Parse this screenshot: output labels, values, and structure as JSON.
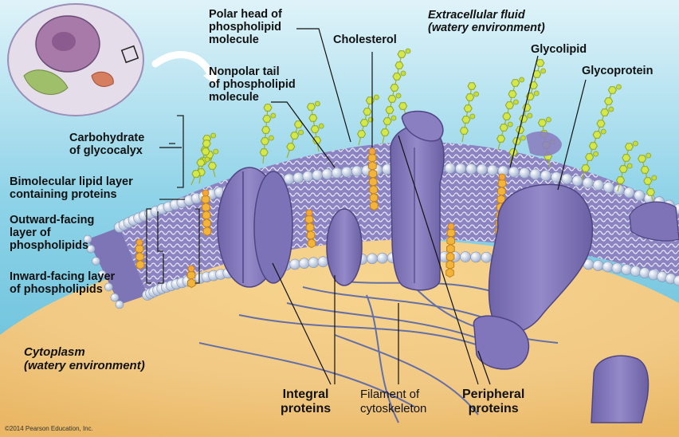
{
  "labels": {
    "polar_head": "Polar head of\nphospholipid\nmolecule",
    "nonpolar_tail": "Nonpolar tail\nof phospholipid\nmolecule",
    "cholesterol": "Cholesterol",
    "extracellular": "Extracellular fluid\n(watery environment)",
    "glycolipid": "Glycolipid",
    "glycoprotein": "Glycoprotein",
    "carbohydrate": "Carbohydrate\nof glycocalyx",
    "bimolecular": "Bimolecular lipid layer\ncontaining proteins",
    "outward": "Outward-facing\nlayer of\nphospholipids",
    "inward": "Inward-facing layer\nof phospholipids",
    "cytoplasm": "Cytoplasm\n(watery environment)",
    "integral": "Integral\nproteins",
    "filament": "Filament of\ncytoskeleton",
    "peripheral": "Peripheral\nproteins"
  },
  "credit": "©2014 Pearson Education, Inc.",
  "colors": {
    "water": "#8fd3e8",
    "cytoplasm": "#f1c984",
    "protein": "#8a7fc0",
    "head": "#c8d6ea",
    "cholesterol": "#f3b43c",
    "sugar": "#c6dc3a"
  }
}
